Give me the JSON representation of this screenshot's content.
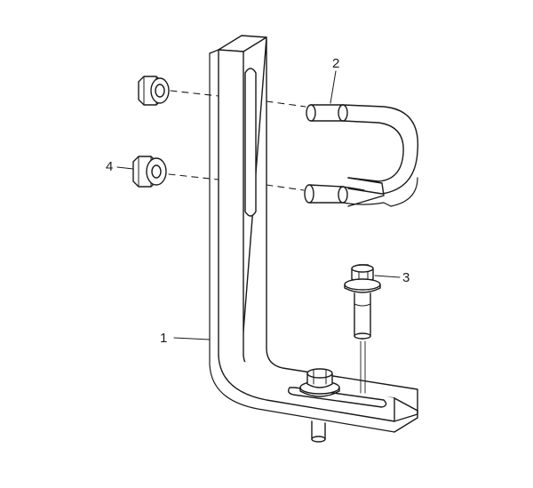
{
  "diagram": {
    "callouts": [
      {
        "id": "1",
        "text": "1",
        "part": "bracket"
      },
      {
        "id": "2",
        "text": "2",
        "part": "u-bolt"
      },
      {
        "id": "3",
        "text": "3",
        "part": "flange-bolt"
      },
      {
        "id": "4",
        "text": "4",
        "part": "flange-nut"
      }
    ]
  },
  "colors": {
    "line": "#1a1a1a",
    "background": "#ffffff"
  }
}
